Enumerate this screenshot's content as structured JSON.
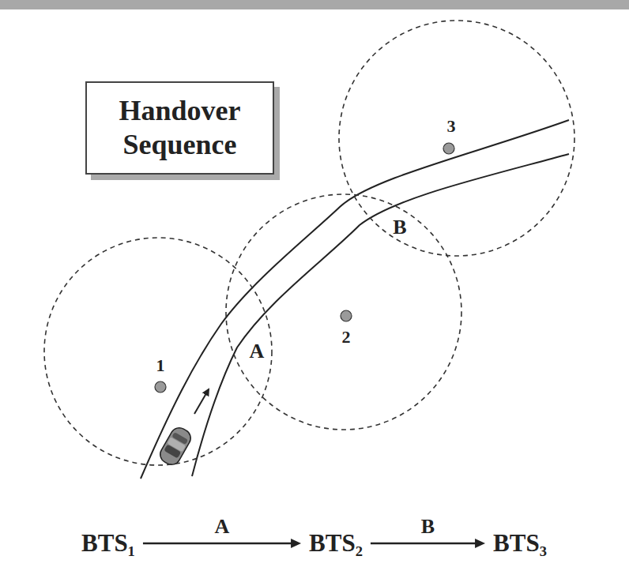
{
  "diagram": {
    "nodes": [
      {
        "text": [
          "Handover Sequence"
        ]
      },
      {
        "text": [
          "1"
        ]
      },
      {
        "text": [
          "2"
        ]
      },
      {
        "text": [
          "3"
        ]
      },
      {
        "text": [
          "BTS₁"
        ]
      },
      {
        "text": [
          "BTS₂"
        ]
      },
      {
        "text": [
          "BTS₃"
        ]
      }
    ],
    "edges": [
      {
        "from": 4,
        "to": 5,
        "label": "A",
        "arrow": "to"
      },
      {
        "from": 5,
        "to": 6,
        "label": "B",
        "arrow": "to"
      }
    ],
    "labels": [
      "A",
      "B"
    ]
  }
}
